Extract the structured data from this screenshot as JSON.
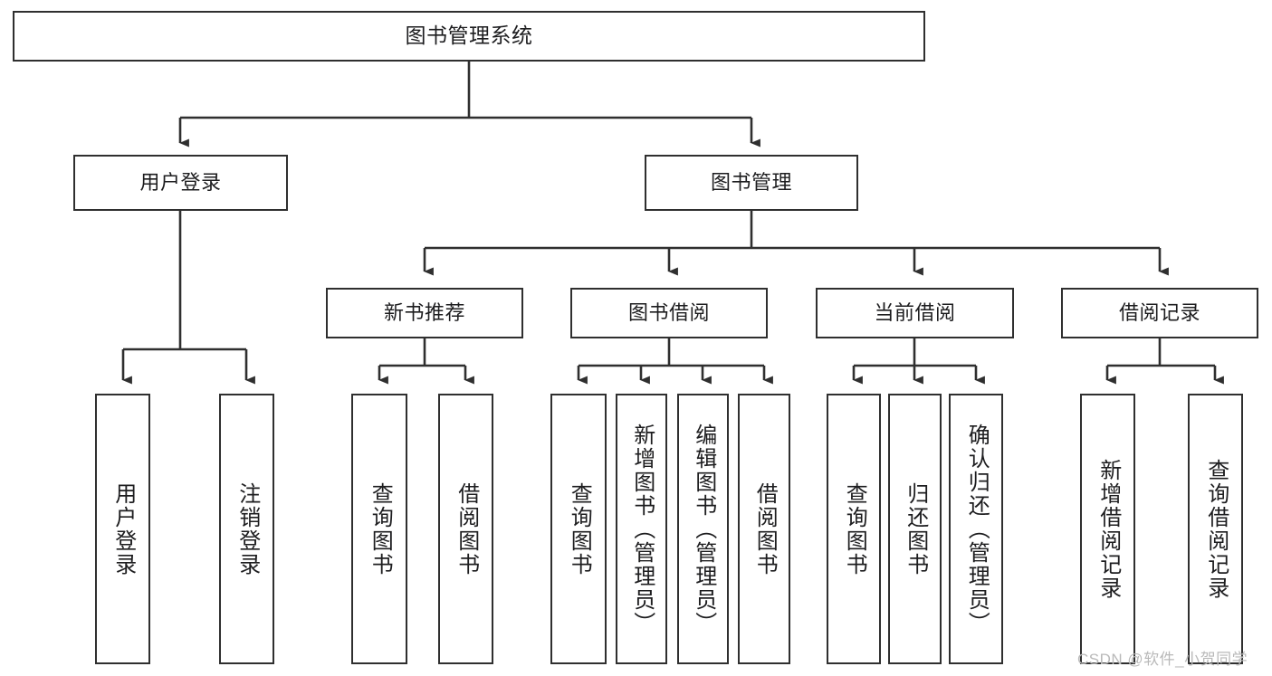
{
  "diagram": {
    "title": "图书管理系统",
    "type": "tree",
    "root": {
      "label": "图书管理系统"
    },
    "level2": [
      {
        "label": "用户登录"
      },
      {
        "label": "图书管理"
      }
    ],
    "level3": [
      {
        "label": "新书推荐"
      },
      {
        "label": "图书借阅"
      },
      {
        "label": "当前借阅"
      },
      {
        "label": "借阅记录"
      }
    ],
    "leaves": {
      "user_login": [
        {
          "label": "用户登录"
        },
        {
          "label": "注销登录"
        }
      ],
      "new_book_recommend": [
        {
          "label": "查询图书"
        },
        {
          "label": "借阅图书"
        }
      ],
      "book_borrow": [
        {
          "label": "查询图书"
        },
        {
          "label": "新增图书（管理员）"
        },
        {
          "label": "编辑图书（管理员）"
        },
        {
          "label": "借阅图书"
        }
      ],
      "current_borrow": [
        {
          "label": "查询图书"
        },
        {
          "label": "归还图书"
        },
        {
          "label": "确认归还（管理员）"
        }
      ],
      "borrow_record": [
        {
          "label": "新增借阅记录"
        },
        {
          "label": "查询借阅记录"
        }
      ]
    }
  },
  "watermark": {
    "text": "CSDN @软件_小贺同学"
  },
  "colors": {
    "stroke": "#2f2f2f",
    "background": "#ffffff",
    "text": "#1d1d1f",
    "watermark": "#b9b9b9"
  }
}
